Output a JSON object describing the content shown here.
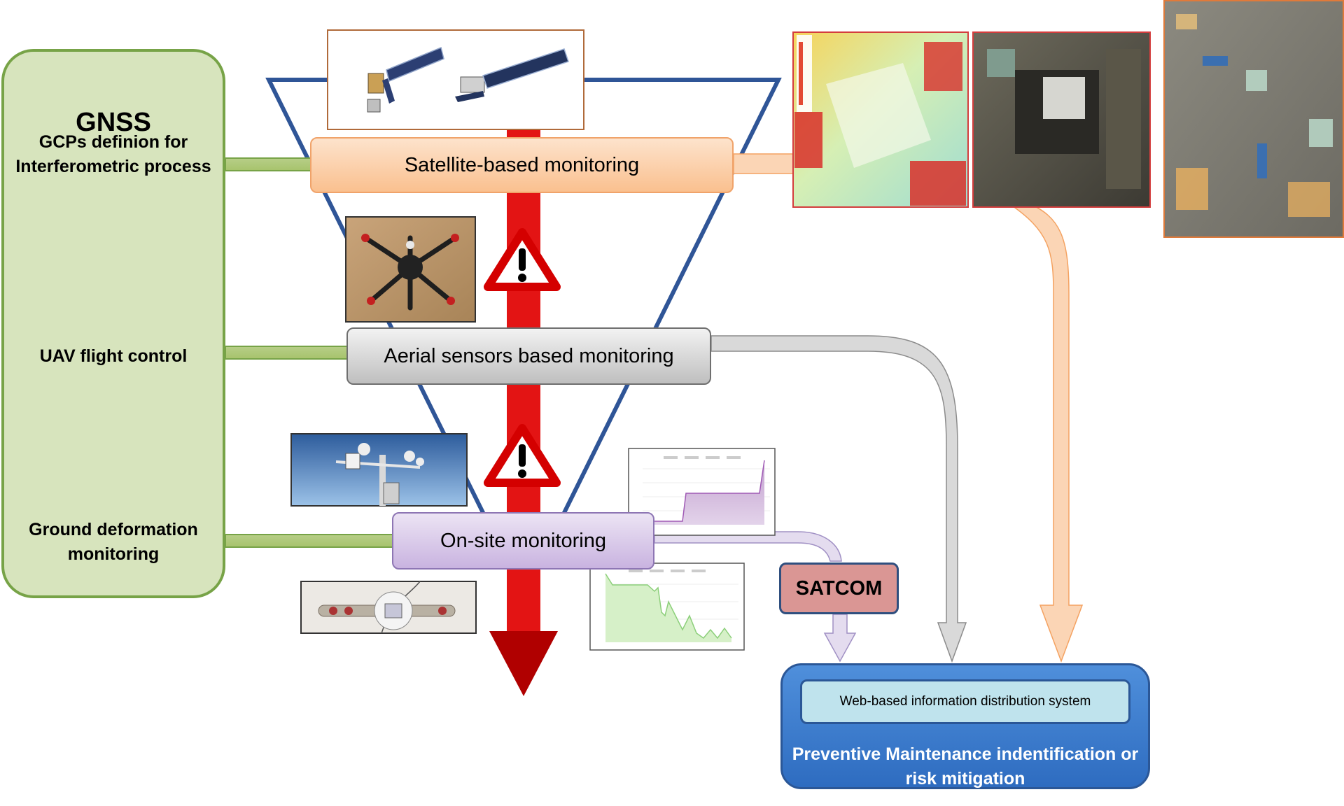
{
  "gnss": {
    "title": "GNSS",
    "items": [
      "GCPs definion for Interferometric process",
      "UAV flight control",
      "Ground deformation monitoring"
    ]
  },
  "levels": {
    "satellite": "Satellite-based monitoring",
    "aerial": "Aerial sensors based monitoring",
    "onsite": "On-site monitoring"
  },
  "satcom": "SATCOM",
  "web_system": {
    "inner": "Web-based information distribution system",
    "title": "Preventive Maintenance  indentification or risk mitigation"
  },
  "colors": {
    "gnss_fill": "#d7e4bd",
    "gnss_border": "#77a347",
    "red_arrow": "#c00000",
    "triangle": "#2f5597",
    "satellite_box": "#fac08f",
    "aerial_box": "#d9d9d9",
    "onsite_box": "#ccc0e3",
    "satcom_box": "#da9694",
    "web_box": "#2e6cc0"
  },
  "icons": [
    "satellite-icon",
    "drone-icon",
    "weather-station-icon",
    "crack-monitor-icon",
    "warning-icon"
  ]
}
